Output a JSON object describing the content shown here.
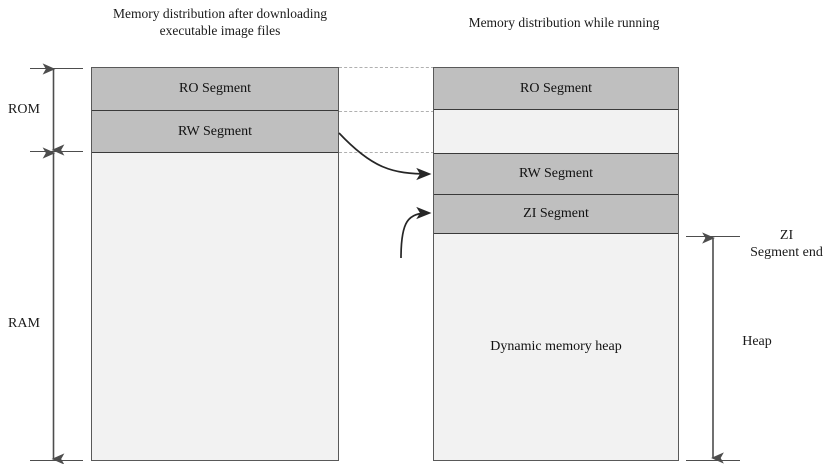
{
  "diagram": {
    "titles": {
      "left": "Memory distribution after downloading executable image files",
      "right": "Memory distribution while running"
    },
    "left_column": {
      "name": "image-file-memory-layout",
      "segments": [
        {
          "label": "RO Segment",
          "fill": "#bfbfbf"
        },
        {
          "label": "RW Segment",
          "fill": "#bfbfbf"
        },
        {
          "label": "",
          "fill": "#f2f2f2"
        }
      ]
    },
    "right_column": {
      "name": "runtime-memory-layout",
      "segments": [
        {
          "label": "RO Segment",
          "fill": "#bfbfbf"
        },
        {
          "label": "",
          "fill": "#f2f2f2"
        },
        {
          "label": "RW Segment",
          "fill": "#bfbfbf"
        },
        {
          "label": "ZI Segment",
          "fill": "#bfbfbf"
        },
        {
          "label": "Dynamic memory heap",
          "fill": "#f2f2f2"
        }
      ]
    },
    "measures": {
      "rom": "ROM",
      "ram": "RAM",
      "zi_segment_end": "ZI\nSegment end",
      "zi_segment_end_line1": "ZI",
      "zi_segment_end_line2": "Segment end",
      "heap": "Heap"
    },
    "colors": {
      "segment_fill": "#bfbfbf",
      "empty_fill": "#f2f2f2",
      "border": "#595959",
      "guide": "#b0b0b0",
      "arrow": "#262626",
      "measure": "#4d4d4d"
    },
    "connectors": [
      {
        "name": "rw-segment-relocation-arrow",
        "from": "left RW Segment",
        "to": "right RW Segment"
      },
      {
        "name": "zi-segment-creation-arrow",
        "from": "below",
        "to": "right ZI Segment"
      }
    ]
  }
}
